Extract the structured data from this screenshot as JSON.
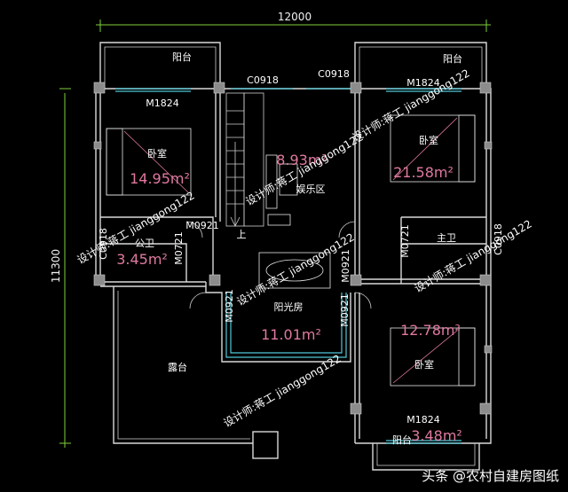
{
  "dimensions": {
    "top": "12000",
    "left": "11300"
  },
  "window_codes": {
    "w1": "C0918",
    "w2": "C0918"
  },
  "door_codes": {
    "m_left_top": "M1824",
    "m_right_top": "M1824",
    "m_bottom": "M1824",
    "m0921_a": "M0921",
    "m0921_b": "M0921",
    "m0921_c": "M0921",
    "m0921_d": "M0921",
    "m0721_a": "M0721",
    "m0721_b": "M0721",
    "c0918_left": "C0918",
    "c0918_right": "C0918"
  },
  "rooms": {
    "balcony_top_left": "阳台",
    "balcony_top_right": "阳台",
    "bedroom_left": "卧室",
    "bedroom_left_area": "14.95m²",
    "entertainment": "娱乐区",
    "entertainment_area": "8.93m²",
    "bedroom_right": "卧室",
    "bedroom_right_area": "21.58m²",
    "bath_public": "公卫",
    "bath_public_area": "3.45m²",
    "bath_master": "主卫",
    "sunroom": "阳光房",
    "sunroom_area": "11.01m²",
    "bedroom_low": "卧室",
    "bedroom_low_area": "12.78m²",
    "terrace": "露台",
    "balcony_bottom": "阳台",
    "balcony_bottom_area": "3.48m²",
    "stair_up": "上"
  },
  "watermarks": {
    "wm1": "设计师:蒋工 jianggong122",
    "wm2": "设计师:蒋工 jianggong122",
    "wm3": "设计师:蒋工 jianggong122",
    "wm4": "设计师:蒋工 jianggong122",
    "wm5": "设计师:蒋工 jianggong122",
    "wm6": "设计师:蒋工 jianggong122"
  },
  "source_badge": "头条 @农村自建房图纸",
  "colors": {
    "wall": "#d9d9d9",
    "window": "#4fc8d8",
    "dimension": "#7fcf3a",
    "area_text": "#e079a0"
  }
}
